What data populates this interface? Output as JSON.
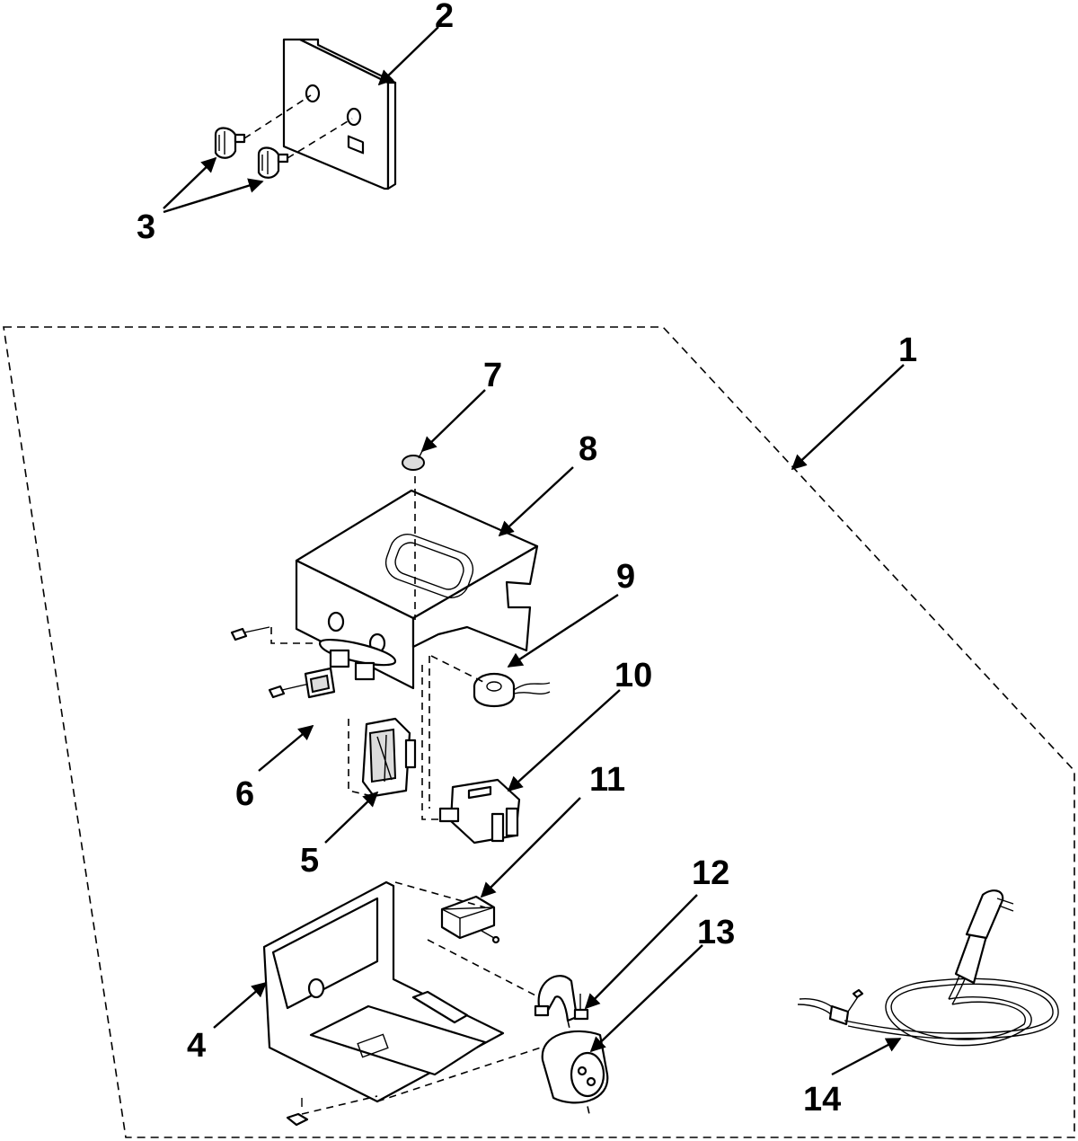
{
  "diagram": {
    "type": "exploded-parts-view",
    "callouts": [
      {
        "id": "c1",
        "label": "1"
      },
      {
        "id": "c2",
        "label": "2"
      },
      {
        "id": "c3",
        "label": "3"
      },
      {
        "id": "c4",
        "label": "4"
      },
      {
        "id": "c5",
        "label": "5"
      },
      {
        "id": "c6",
        "label": "6"
      },
      {
        "id": "c7",
        "label": "7"
      },
      {
        "id": "c8",
        "label": "8"
      },
      {
        "id": "c9",
        "label": "9"
      },
      {
        "id": "c10",
        "label": "10"
      },
      {
        "id": "c11",
        "label": "11"
      },
      {
        "id": "c12",
        "label": "12"
      },
      {
        "id": "c13",
        "label": "13"
      },
      {
        "id": "c14",
        "label": "14"
      }
    ]
  },
  "colors": {
    "line": "#000000",
    "background": "#ffffff",
    "shading": "#dcdcdc"
  }
}
